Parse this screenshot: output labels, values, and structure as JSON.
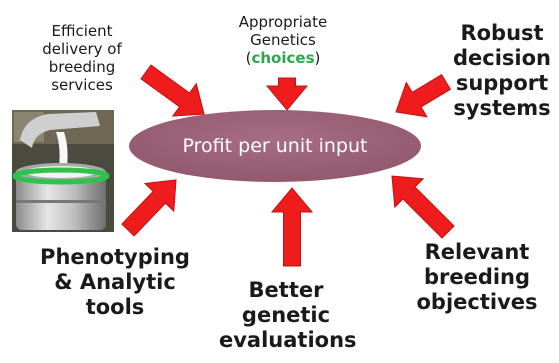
{
  "center": {
    "label": "Profit per unit input"
  },
  "labels": {
    "efficient_delivery": [
      "Efficient",
      "delivery of",
      "breeding",
      "services"
    ],
    "genetics": {
      "line1": "Appropriate",
      "line2": "Genetics",
      "open": "(",
      "highlight": "choices",
      "close": ")"
    },
    "robust": [
      "Robust",
      "decision",
      "support",
      "systems"
    ],
    "phenotyping": [
      "Phenotyping",
      "& Analytic",
      "tools"
    ],
    "better": [
      "Better",
      "genetic",
      "evaluations"
    ],
    "relevant": [
      "Relevant",
      "breeding",
      "objectives"
    ]
  },
  "colors": {
    "arrow": "#ee1c1c",
    "arrow_outline": "#c41010",
    "ellipse": "#9b6378",
    "highlight": "#2aa84a"
  },
  "photo": {
    "icon": "milk-can-photo"
  }
}
